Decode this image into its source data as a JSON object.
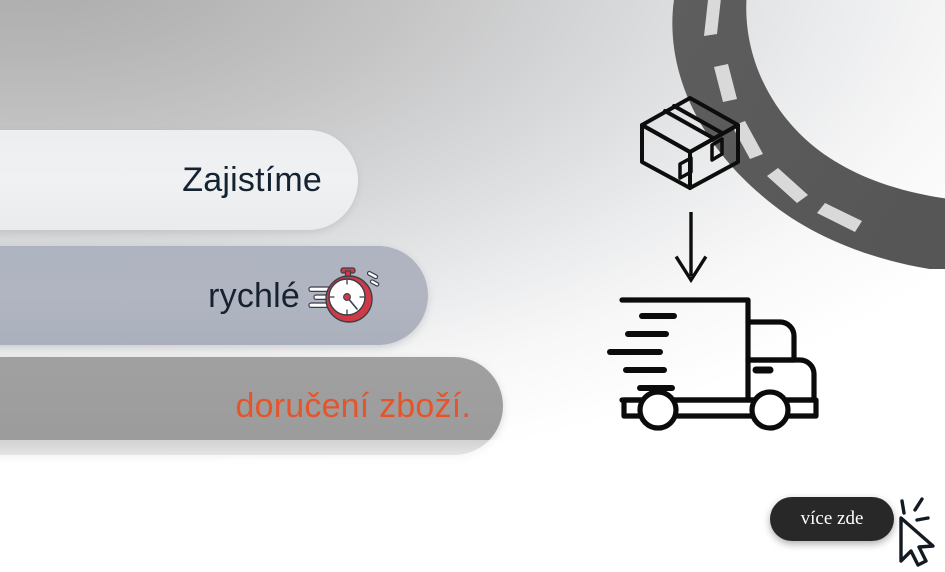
{
  "slide": {
    "headline_lines": [
      {
        "text": "Zajistíme",
        "color": "#152231"
      },
      {
        "text": "rychlé",
        "color": "#16222f"
      },
      {
        "text": "doručení zboží.",
        "color": "#e5552c"
      }
    ],
    "bar_colors": [
      "#eef0f1",
      "#aeb3c0",
      "#9e9e9e"
    ],
    "accent_color": "#e5552c",
    "stopwatch_color": "#cf3a46",
    "background": {
      "base": "#ffffff",
      "wash_dark": "#a9a9a9",
      "wash_light": "#ffffff"
    }
  },
  "road": {
    "surface_color": "#5a5a5a",
    "dash_color": "#d8d8d8",
    "dash_count": 5
  },
  "illustrations": {
    "package_label": "package-box",
    "arrow_label": "down-arrow",
    "truck_label": "delivery-truck",
    "stroke_color": "#000000"
  },
  "cta": {
    "label": "více zde",
    "background": "#282828",
    "text_color": "#ffffff"
  },
  "cursor": {
    "label": "click-cursor",
    "fill": "#ffffff",
    "outline": "#141a22"
  }
}
